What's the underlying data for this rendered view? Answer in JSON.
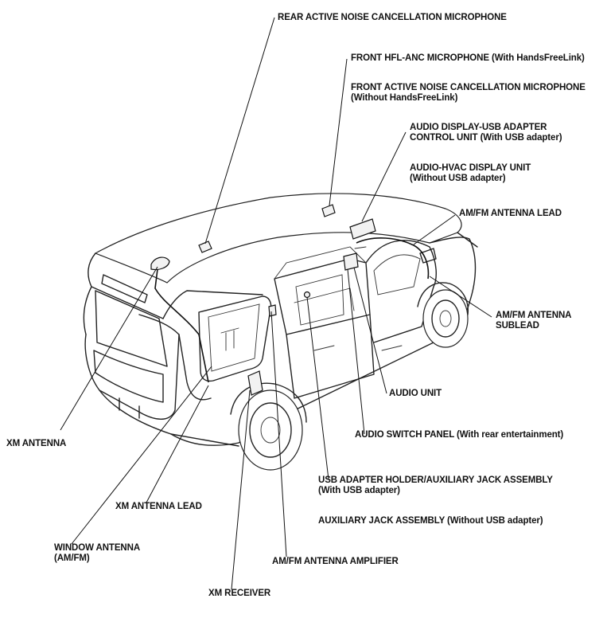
{
  "labels": {
    "rear_anc_mic": "REAR ACTIVE NOISE CANCELLATION MICROPHONE",
    "front_hfl_mic": "FRONT HFL-ANC MICROPHONE (With HandsFreeLink)",
    "front_anc_mic_line1": "FRONT ACTIVE NOISE CANCELLATION MICROPHONE",
    "front_anc_mic_line2": "(Without HandsFreeLink)",
    "audio_display_usb_line1": "AUDIO DISPLAY-USB ADAPTER",
    "audio_display_usb_line2": "CONTROL UNIT (With USB adapter)",
    "audio_hvac_line1": "AUDIO-HVAC DISPLAY UNIT",
    "audio_hvac_line2": "(Without USB adapter)",
    "amfm_antenna_lead": "AM/FM ANTENNA LEAD",
    "amfm_sublead_line1": "AM/FM ANTENNA",
    "amfm_sublead_line2": "SUBLEAD",
    "audio_unit": "AUDIO UNIT",
    "audio_switch_panel": "AUDIO SWITCH PANEL (With rear entertainment)",
    "usb_holder_line1": "USB ADAPTER HOLDER/AUXILIARY JACK ASSEMBLY",
    "usb_holder_line2": "(With USB adapter)",
    "aux_jack": "AUXILIARY JACK ASSEMBLY (Without USB adapter)",
    "xm_antenna": "XM ANTENNA",
    "xm_antenna_lead": "XM ANTENNA LEAD",
    "window_antenna_line1": "WINDOW ANTENNA",
    "window_antenna_line2": "(AM/FM)",
    "amfm_amplifier": "AM/FM ANTENNA AMPLIFIER",
    "xm_receiver": "XM RECEIVER"
  }
}
